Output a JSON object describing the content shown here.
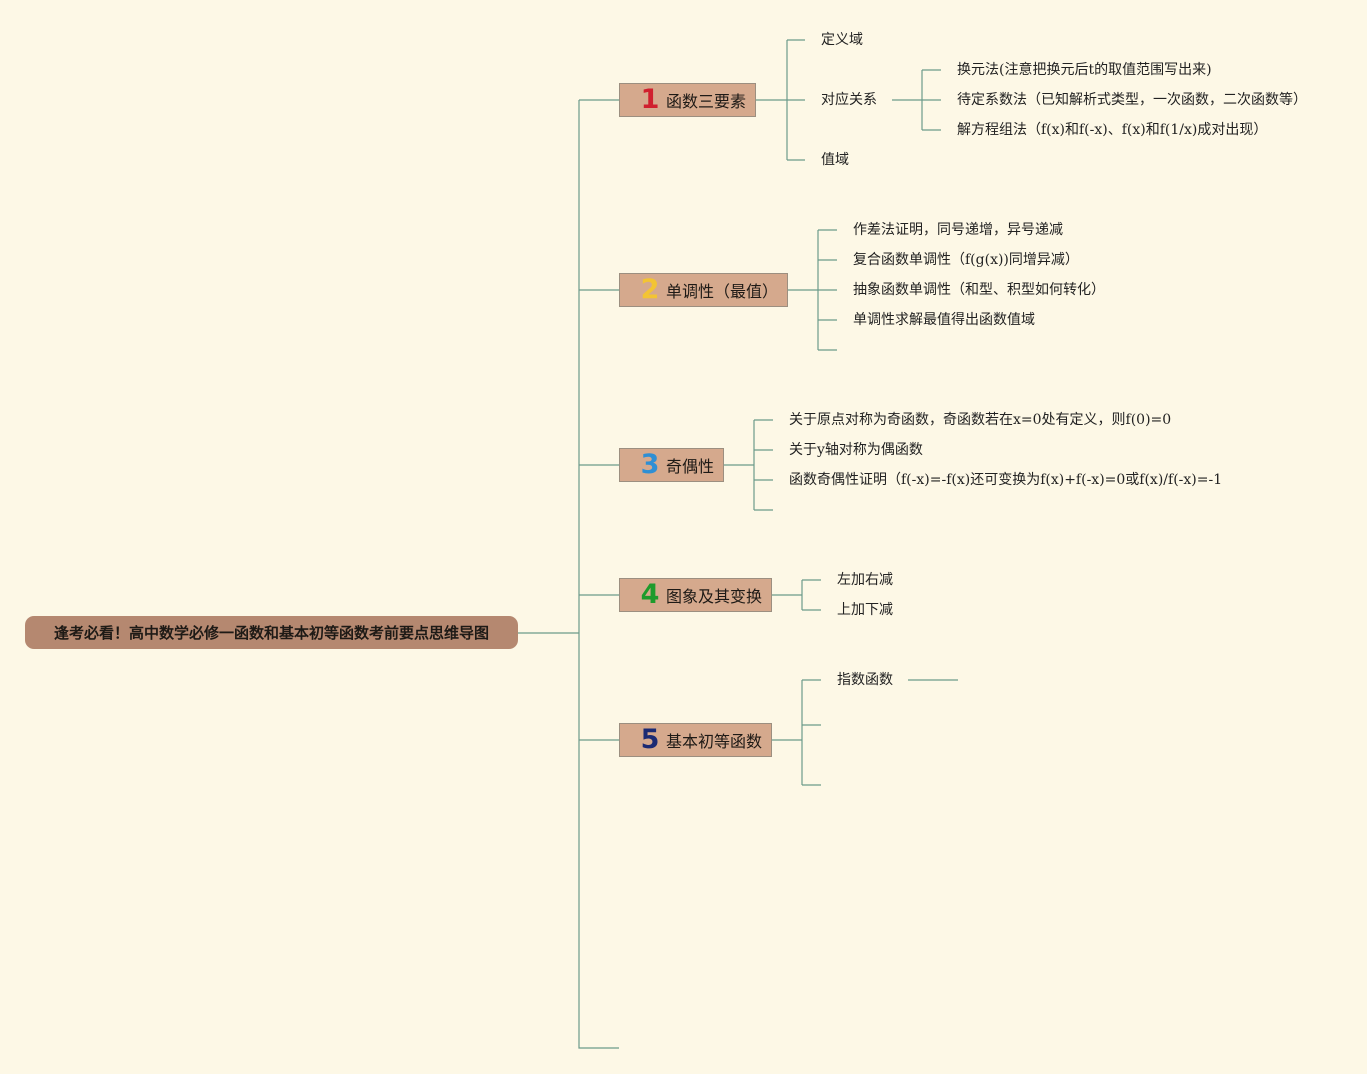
{
  "root": {
    "title": "逢考必看！高中数学必修一函数和基本初等函数考前要点思维导图"
  },
  "topics": [
    {
      "num": "1",
      "label": "函数三要素",
      "num_color": "#d0202e"
    },
    {
      "num": "2",
      "label": "单调性（最值）",
      "num_color": "#f3c433"
    },
    {
      "num": "3",
      "label": "奇偶性",
      "num_color": "#2e8fd4"
    },
    {
      "num": "4",
      "label": "图象及其变换",
      "num_color": "#1e9b2c"
    },
    {
      "num": "5",
      "label": "基本初等函数",
      "num_color": "#1b2a73"
    }
  ],
  "t1": {
    "domain": "定义域",
    "mapping": "对应关系",
    "range": "值域",
    "mapping_children": [
      "换元法(注意把换元后t的取值范围写出来)",
      "待定系数法（已知解析式类型，一次函数，二次函数等）",
      "解方程组法（f(x)和f(-x)、f(x)和f(1/x)成对出现）"
    ]
  },
  "t2": {
    "items": [
      "作差法证明，同号递增，异号递减",
      "复合函数单调性（f(g(x))同增异减）",
      "抽象函数单调性（和型、积型如何转化）",
      "单调性求解最值得出函数值域"
    ]
  },
  "t3": {
    "items": [
      "关于原点对称为奇函数，奇函数若在x=0处有定义，则f(0)=0",
      "关于y轴对称为偶函数",
      "函数奇偶性证明（f(-x)=-f(x)还可变换为f(x)+f(-x)=0或f(x)/f(-x)=-1"
    ]
  },
  "t4": {
    "items": [
      "左加右减",
      "上加下减"
    ]
  },
  "t5": {
    "items": [
      "指数函数"
    ]
  },
  "colors": {
    "background": "#fdf8e6",
    "line": "#6b9a8a",
    "root_fill": "#b58870",
    "topic_fill": "#d5a98d"
  }
}
